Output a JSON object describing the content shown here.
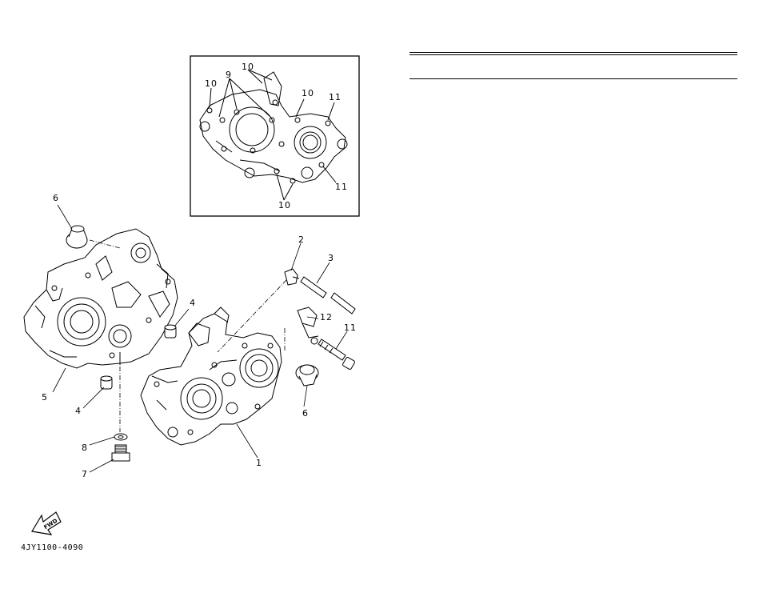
{
  "figure": {
    "code": "4JY1100-4090",
    "fwd_label": "FWD",
    "inset_labels": {
      "top_10": "10",
      "left_10": "10",
      "label_9": "9",
      "right_10": "10",
      "top_11": "11",
      "bottom_11": "11",
      "bottom_10": "10"
    },
    "part_labels": {
      "p1": "1",
      "p2": "2",
      "p3": "3",
      "p4a": "4",
      "p4b": "4",
      "p5": "5",
      "p6a": "6",
      "p6b": "6",
      "p7": "7",
      "p8": "8",
      "p11": "11",
      "p12": "12"
    }
  },
  "colors": {
    "ink": "#000000",
    "paper": "#ffffff"
  }
}
